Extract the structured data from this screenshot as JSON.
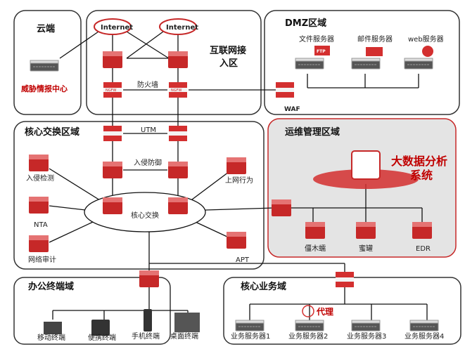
{
  "zones": {
    "cloud": {
      "title": "云端",
      "server_label": "威胁情报中心"
    },
    "internet": {
      "title_line1": "互联网接",
      "title_line2": "入区",
      "cloud1": "Internet",
      "cloud2": "Internet",
      "firewall_label": "防火墙",
      "ngfw": "NGFW"
    },
    "dmz": {
      "title": "DMZ区域",
      "servers": [
        "文件服务器",
        "邮件服务器",
        "web服务器"
      ],
      "ftp": "FTP",
      "waf": "WAF"
    },
    "core": {
      "title": "核心交换区域",
      "utm": "UTM",
      "ips": "入侵防御",
      "switch": "核心交换",
      "left": [
        "入侵检测",
        "NTA",
        "网络审计"
      ],
      "right": [
        "上网行为",
        "APT"
      ]
    },
    "ops": {
      "title": "运维管理区域",
      "bigdata_line1": "大数据分析",
      "bigdata_line2": "系统",
      "items": [
        "僵木蠕",
        "蜜罐",
        "EDR"
      ]
    },
    "office": {
      "title": "办公终端域",
      "devices": [
        "移动终端",
        "便携终端",
        "手机终端",
        "桌面终端"
      ]
    },
    "business": {
      "title": "核心业务域",
      "proxy": "代理",
      "servers": [
        "业务服务器1",
        "业务服务器2",
        "业务服务器3",
        "业务服务器4"
      ]
    }
  },
  "colors": {
    "accent": "#d32f2f",
    "ops_bg": "#e4e4e4",
    "highlight_text": "#c00000"
  }
}
